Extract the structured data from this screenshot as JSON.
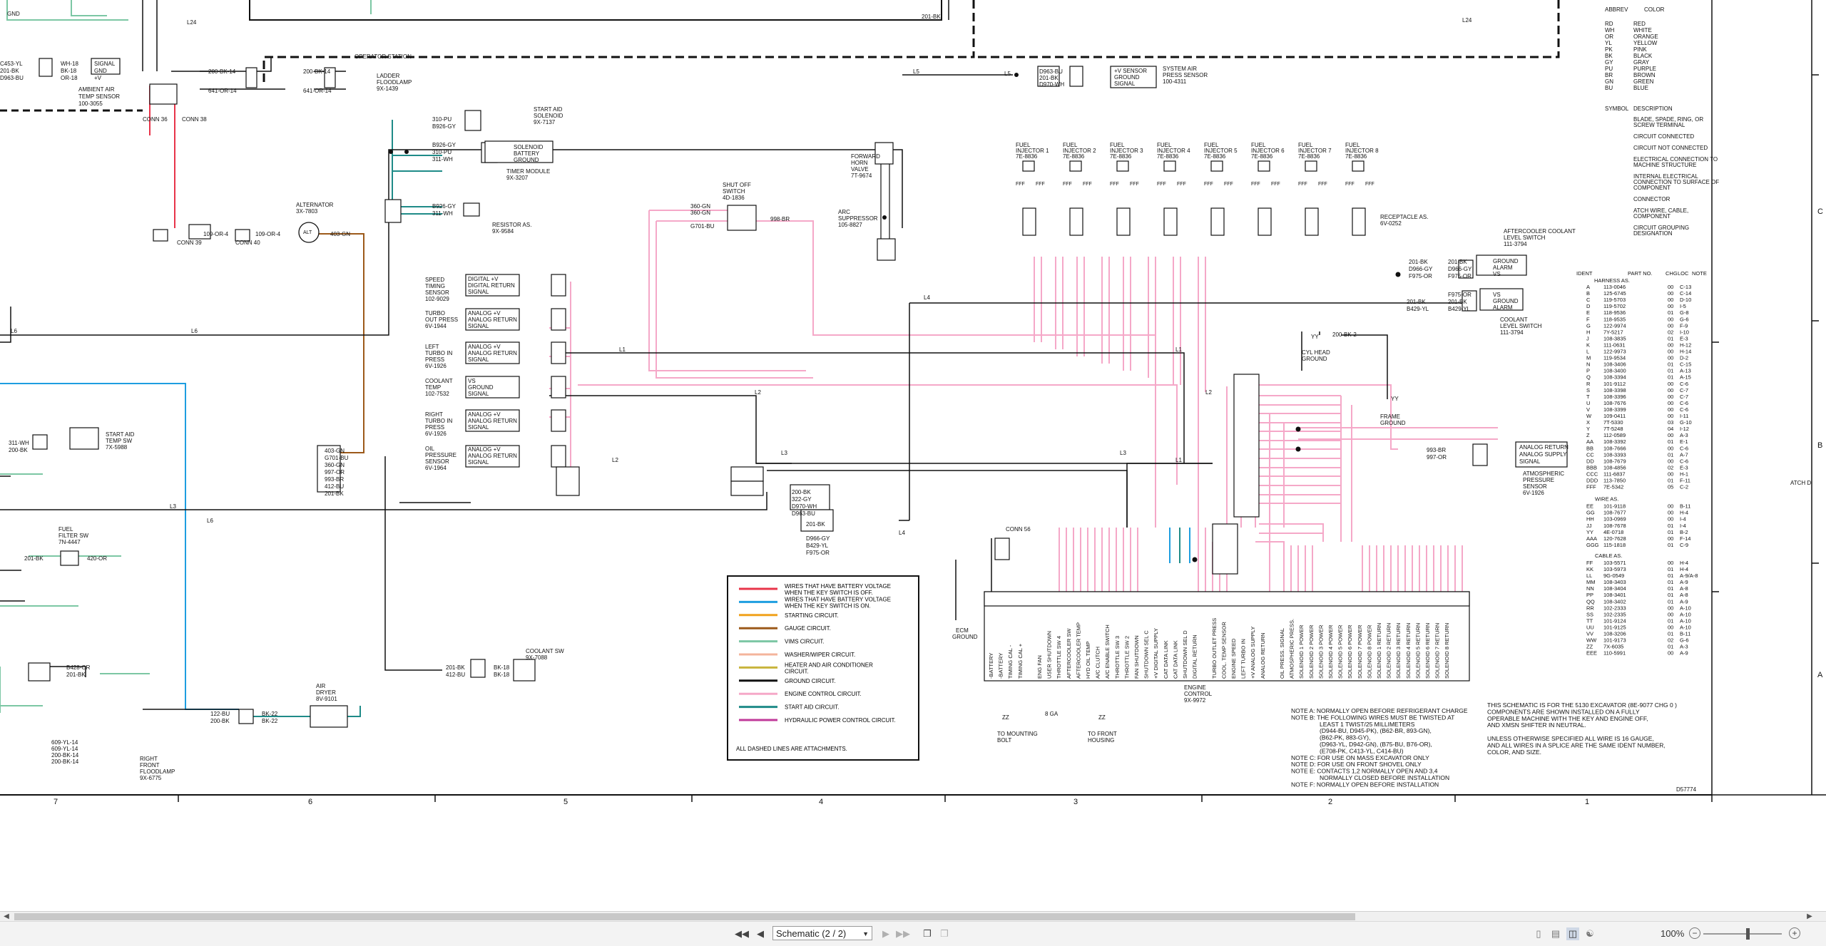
{
  "labels": {
    "gnd_top": "GND",
    "l24": "L24",
    "l24b": "L24",
    "wire_201bk_top": "201-BK",
    "operator_station": "OPERATOR STATION",
    "signal": "SIGNAL",
    "gnd": "GND",
    "plusv": "+V",
    "c453yl": "C453-YL",
    "wire201bk_a": "201-BK",
    "d963bu": "D963-BU",
    "wh18": "WH-18",
    "bk18": "BK-18",
    "or18": "OR-18",
    "ambient_air_1": "AMBIENT AIR",
    "ambient_air_2": "TEMP SENSOR",
    "ambient_air_3": "100-3055",
    "conn36": "CONN 36",
    "conn38": "CONN 38",
    "conn39": "CONN 39",
    "conn40": "CONN 40",
    "w200bk14": "200-BK-14",
    "w641or14": "641-OR-14",
    "w200bk14b": "200-BK-14",
    "w641or14b": "641-OR-14",
    "ladder_1": "LADDER",
    "ladder_2": "FLOODLAMP",
    "ladder_3": "9X-1439",
    "w109or4": "109-OR-4",
    "w109or4b": "109-OR-4",
    "w403gn": "403-GN",
    "alternator_1": "ALTERNATOR",
    "alternator_2": "3X-7803",
    "alt": "ALT",
    "start_aid_sol_1": "START AID",
    "start_aid_sol_2": "SOLENOID",
    "start_aid_sol_3": "9X-7137",
    "w310pu": "310-PU",
    "wb926gy": "B926-GY",
    "w310pu_b": "310-PU",
    "w311wh": "311-WH",
    "wb926gy_b": "B926-GY",
    "solenoid": "SOLENOID",
    "battery": "BATTERY",
    "ground": "GROUND",
    "timer_1": "TIMER MODULE",
    "timer_2": "9X-3207",
    "w311wh_b": "311-WH",
    "resistor_1": "RESISTOR AS.",
    "resistor_2": "9X-9584",
    "system_air_1": "SYSTEM AIR",
    "system_air_2": "PRESS SENSOR",
    "system_air_3": "100-4311",
    "sensor_v": "+V SENSOR",
    "sensor_gnd": "GROUND",
    "sensor_sig": "SIGNAL",
    "wd963bu": "D963-BU",
    "w201bk_s": "201-BK",
    "wd970wh": "D970-WH",
    "l5": "L5",
    "l5b": "L5",
    "l6": "L6",
    "l6b": "L6",
    "l6c": "L6",
    "l1": "L1",
    "l1b": "L1",
    "l1c": "L1",
    "l2": "L2",
    "l2b": "L2",
    "l2c": "L2",
    "l3": "L3",
    "l3b": "L3",
    "l3c": "L3",
    "l4": "L4",
    "l4b": "L4",
    "forward_horn_1": "FORWARD",
    "forward_horn_2": "HORN",
    "forward_horn_3": "VALVE",
    "forward_horn_4": "7T-9674",
    "arc_1": "ARC",
    "arc_2": "SUPPRESSOR",
    "arc_3": "105-8827",
    "shutoff_1": "SHUT OFF",
    "shutoff_2": "SWITCH",
    "shutoff_3": "4D-1836",
    "w360gn": "360-GN",
    "w360gn_b": "360-GN",
    "wg701bu": "G701-BU",
    "w998br": "998-BR",
    "injector": "FUEL INJECTOR",
    "injector_pn": "7E-8836",
    "inj1": "FUEL INJECTOR 1",
    "inj2": "FUEL INJECTOR 2",
    "inj3": "FUEL INJECTOR 3",
    "inj4": "FUEL INJECTOR 4",
    "inj5": "FUEL INJECTOR 5",
    "inj6": "FUEL INJECTOR 6",
    "inj7": "FUEL INJECTOR 7",
    "inj8": "FUEL INJECTOR 8",
    "fff": "FFF",
    "receptacle_1": "RECEPTACLE AS.",
    "receptacle_2": "6V-0252",
    "aftercooler_1": "AFTERCOOLER COOLANT",
    "aftercooler_2": "LEVEL SWITCH",
    "aftercooler_3": "111-3794",
    "coolant_level_1": "COOLANT",
    "coolant_level_2": "LEVEL SWITCH",
    "coolant_level_3": "111-3794",
    "alarm": "ALARM",
    "vs": "VS",
    "speed_timing_1": "SPEED",
    "speed_timing_2": "TIMING",
    "speed_timing_3": "SENSOR",
    "speed_timing_4": "102-9029",
    "digital_v": "DIGITAL +V",
    "digital_return": "DIGITAL RETURN",
    "signal2": "SIGNAL",
    "turbo_out_1": "TURBO",
    "turbo_out_2": "OUT PRESS",
    "turbo_out_3": "6V-1944",
    "analog_v": "ANALOG +V",
    "analog_return": "ANALOG RETURN",
    "left_turbo_1": "LEFT",
    "left_turbo_2": "TURBO IN",
    "left_turbo_3": "PRESS",
    "left_turbo_4": "6V-1926",
    "coolant_temp_1": "COOLANT",
    "coolant_temp_2": "TEMP",
    "coolant_temp_3": "102-7532",
    "right_turbo_1": "RIGHT",
    "right_turbo_2": "TURBO IN",
    "right_turbo_3": "PRESS",
    "right_turbo_4": "6V-1926",
    "oil_press_1": "OIL",
    "oil_press_2": "PRESSURE",
    "oil_press_3": "SENSOR",
    "oil_press_4": "6V-1964",
    "cyl_head_1": "CYL HEAD",
    "cyl_head_2": "GROUND",
    "frame_ground_1": "FRAME",
    "frame_ground_2": "GROUND",
    "w200bk2": "200-BK-2",
    "yy": "YY",
    "yy2": "YY",
    "atmos_1": "ATMOSPHERIC",
    "atmos_2": "PRESSURE",
    "atmos_3": "SENSOR",
    "atmos_4": "6V-1926",
    "analog_return2": "ANALOG RETURN",
    "analog_supply": "ANALOG SUPPLY",
    "conn56": "CONN 56",
    "ecm_ground_1": "ECM",
    "ecm_ground_2": "GROUND",
    "engine_control_1": "ENGINE",
    "engine_control_2": "CONTROL",
    "engine_control_3": "9X-9972",
    "to_mounting_1": "TO MOUNTING",
    "to_mounting_2": "BOLT",
    "to_front_1": "TO FRONT",
    "to_front_2": "HOUSING",
    "ga8": "8 GA",
    "zz": "ZZ",
    "zz2": "ZZ",
    "start_aid_temp_1": "START AID",
    "start_aid_temp_2": "TEMP SW",
    "start_aid_temp_3": "7X-5988",
    "fuel_filter_1": "FUEL",
    "fuel_filter_2": "FILTER SW",
    "fuel_filter_3": "7N-4447",
    "w201bk_ff": "201-BK",
    "w420or": "420-OR",
    "coolant_sw_1": "COOLANT SW",
    "coolant_sw_2": "9X-7088",
    "w412bu": "412-BU",
    "w201bk_c": "201-BK",
    "air_dryer_1": "AIR",
    "air_dryer_2": "DRYER",
    "air_dryer_3": "8V-9101",
    "w122bu": "122-BU",
    "w200bk": "200-BK",
    "bk22": "BK-22",
    "bk22b": "BK-22",
    "right_front_1": "RIGHT",
    "right_front_2": "FRONT",
    "right_front_3": "FLOODLAMP",
    "right_front_4": "9X-6775",
    "w609yl14": "609-YL-14",
    "w609yl14b": "609-YL-14",
    "w200bk14c": "200-BK-14",
    "w200bk14d": "200-BK-14",
    "w311wh_l": "311-WH",
    "w200bk_l": "200-BK",
    "w403gn_b": "403-GN",
    "wg701bu_b": "G701-BU",
    "w360gn_c": "360-GN",
    "w997or": "997-OR",
    "w993br": "993-BR",
    "w412bu_b": "412-BU",
    "w201bk_d": "201-BK",
    "w200bk_e": "200-BK",
    "w322gy": "322-GY",
    "wd970wh_b": "D970-WH",
    "wd963bu_b": "D963-BU",
    "w201bk_e": "201-BK",
    "wd966gy": "D966-GY",
    "wb429yl": "B429-YL",
    "wf975or": "F975-OR",
    "wb428or": "B428-OR",
    "w201bk_f": "201-BK",
    "atch": "ATCH D",
    "dwg": "D57774"
  },
  "legend": {
    "items": [
      {
        "label": "WIRES THAT HAVE BATTERY VOLTAGE WHEN THE KEY SWITCH IS OFF.",
        "color": "#e8344a"
      },
      {
        "label": "WIRES THAT HAVE BATTERY VOLTAGE WHEN THE KEY SWITCH IS ON.",
        "color": "#1e9ee0"
      },
      {
        "label": "STARTING CIRCUIT.",
        "color": "#f0a21c"
      },
      {
        "label": "GAUGE CIRCUIT.",
        "color": "#9c5a1a"
      },
      {
        "label": "VIMS CIRCUIT.",
        "color": "#7cc7a4"
      },
      {
        "label": "WASHER/WIPER CIRCUIT.",
        "color": "#f4b49c"
      },
      {
        "label": "HEATER AND AIR CONDITIONER CIRCUIT.",
        "color": "#c8b43c"
      },
      {
        "label": "GROUND CIRCUIT.",
        "color": "#111111"
      },
      {
        "label": "ENGINE CONTROL CIRCUIT.",
        "color": "#f5a8c8"
      },
      {
        "label": "START AID CIRCUIT.",
        "color": "#1f8b88"
      },
      {
        "label": "HYDRAULIC POWER CONTROL CIRCUIT.",
        "color": "#c03a9a"
      }
    ],
    "footer": "ALL DASHED LINES ARE ATTACHMENTS."
  },
  "abbrev": {
    "col1": "ABBREV",
    "col2": "COLOR",
    "rows": [
      [
        "RD",
        "RED"
      ],
      [
        "WH",
        "WHITE"
      ],
      [
        "OR",
        "ORANGE"
      ],
      [
        "YL",
        "YELLOW"
      ],
      [
        "PK",
        "PINK"
      ],
      [
        "BK",
        "BLACK"
      ],
      [
        "GY",
        "GRAY"
      ],
      [
        "PU",
        "PURPLE"
      ],
      [
        "BR",
        "BROWN"
      ],
      [
        "GN",
        "GREEN"
      ],
      [
        "BU",
        "BLUE"
      ]
    ]
  },
  "symbols": {
    "col1": "SYMBOL",
    "col2": "DESCRIPTION",
    "rows": [
      "BLADE, SPADE, RING, OR SCREW TERMINAL",
      "CIRCUIT CONNECTED",
      "CIRCUIT NOT CONNECTED",
      "ELECTRICAL CONNECTION TO MACHINE STRUCTURE",
      "INTERNAL ELECTRICAL CONNECTION TO SURFACE OF COMPONENT",
      "CONNECTOR",
      "ATCH WIRE, CABLE, COMPONENT",
      "CIRCUIT GROUPING DESIGNATION"
    ]
  },
  "parts": {
    "headers": [
      "IDENT",
      "PART NO.",
      "CHG",
      "LOC",
      "NOTE"
    ],
    "harness_title": "HARNESS AS.",
    "harness": [
      [
        "A",
        "113-0046",
        "00",
        "C-13"
      ],
      [
        "B",
        "125-6745",
        "00",
        "C-14"
      ],
      [
        "C",
        "119-5703",
        "00",
        "D-10"
      ],
      [
        "D",
        "119-5702",
        "00",
        "I-5"
      ],
      [
        "E",
        "118-9536",
        "01",
        "G-8"
      ],
      [
        "F",
        "118-9535",
        "00",
        "G-6"
      ],
      [
        "G",
        "122-9974",
        "00",
        "F-9"
      ],
      [
        "H",
        "7Y-5217",
        "02",
        "I-10"
      ],
      [
        "J",
        "108-3835",
        "01",
        "E-3"
      ],
      [
        "K",
        "111-0631",
        "00",
        "H-12"
      ],
      [
        "L",
        "122-9973",
        "00",
        "H-14"
      ],
      [
        "M",
        "119-9534",
        "00",
        "D-2"
      ],
      [
        "N",
        "108-3406",
        "01",
        "C-15"
      ],
      [
        "P",
        "108-3400",
        "01",
        "A-13"
      ],
      [
        "Q",
        "108-3394",
        "01",
        "A-15"
      ],
      [
        "R",
        "101-9112",
        "00",
        "C-6"
      ],
      [
        "S",
        "108-3398",
        "00",
        "C-7"
      ],
      [
        "T",
        "108-3396",
        "00",
        "C-7"
      ],
      [
        "U",
        "108-7676",
        "00",
        "C-6"
      ],
      [
        "V",
        "108-3399",
        "00",
        "C-6"
      ],
      [
        "W",
        "109-0411",
        "00",
        "I-11"
      ],
      [
        "X",
        "7T-5330",
        "03",
        "G-10"
      ],
      [
        "Y",
        "7T-5248",
        "04",
        "I-12"
      ],
      [
        "Z",
        "112-0589",
        "00",
        "A-3"
      ],
      [
        "AA",
        "108-3392",
        "01",
        "E-1"
      ],
      [
        "BB",
        "108-7666",
        "00",
        "C-6"
      ],
      [
        "CC",
        "108-3393",
        "01",
        "A-7"
      ],
      [
        "DD",
        "108-7679",
        "00",
        "C-6"
      ],
      [
        "BBB",
        "108-4856",
        "02",
        "E-3"
      ],
      [
        "CCC",
        "111-6837",
        "00",
        "H-1"
      ],
      [
        "DDD",
        "113-7850",
        "01",
        "F-11"
      ],
      [
        "FFF",
        "7E-5342",
        "05",
        "C-2"
      ]
    ],
    "wire_title": "WIRE AS.",
    "wire": [
      [
        "EE",
        "101-9118",
        "00",
        "B-11"
      ],
      [
        "GG",
        "108-7677",
        "00",
        "H-4"
      ],
      [
        "HH",
        "103-0969",
        "00",
        "I-4"
      ],
      [
        "JJ",
        "108-7678",
        "01",
        "I-4"
      ],
      [
        "YY",
        "4E-0718",
        "01",
        "B-2"
      ],
      [
        "AAA",
        "120-7628",
        "00",
        "F-14"
      ],
      [
        "GGG",
        "115-1818",
        "01",
        "C-9"
      ]
    ],
    "cable_title": "CABLE AS.",
    "cable": [
      [
        "FF",
        "103-5571",
        "00",
        "H-4"
      ],
      [
        "KK",
        "103-5973",
        "01",
        "H-4"
      ],
      [
        "LL",
        "9G-0549",
        "01",
        "A-9/A-8"
      ],
      [
        "MM",
        "108-3403",
        "01",
        "A-9"
      ],
      [
        "NN",
        "108-3404",
        "01",
        "A-8"
      ],
      [
        "PP",
        "108-3401",
        "01",
        "A-8"
      ],
      [
        "QQ",
        "108-3402",
        "01",
        "A-9"
      ],
      [
        "RR",
        "102-2333",
        "00",
        "A-10"
      ],
      [
        "SS",
        "102-2335",
        "00",
        "A-10"
      ],
      [
        "TT",
        "101-9124",
        "01",
        "A-10"
      ],
      [
        "UU",
        "101-9125",
        "00",
        "A-10"
      ],
      [
        "VV",
        "108-3206",
        "01",
        "B-11"
      ],
      [
        "WW",
        "101-9173",
        "02",
        "G-6"
      ],
      [
        "ZZ",
        "7X-6035",
        "01",
        "A-3"
      ],
      [
        "EEE",
        "110-5991",
        "00",
        "A-9"
      ]
    ]
  },
  "notes": [
    "NOTE A: NORMALLY OPEN BEFORE REFRIGERANT CHARGE",
    "NOTE B: THE FOLLOWING WIRES MUST BE TWISTED AT",
    "LEAST 1 TWIST/25 MILLIMETERS",
    "(D944-BU, D945-PK), (B62-BR, 893-GN),",
    "(B62-PK, 883-GY),",
    "(D963-YL, D942-GN), (B75-BU, B76-OR),",
    "(E708-PK, C413-YL, C414-BU)",
    "NOTE C: FOR USE ON MASS EXCAVATOR ONLY",
    "NOTE D: FOR USE ON FRONT SHOVEL ONLY",
    "NOTE E: CONTACTS 1,2 NORMALLY OPEN AND 3,4",
    "NORMALLY CLOSED BEFORE INSTALLATION",
    "NOTE F: NORMALLY OPEN BEFORE INSTALLATION"
  ],
  "schematic_note": [
    "THIS SCHEMATIC IS FOR THE 5130 EXCAVATOR (8E-9077 CHG 0 )",
    "COMPONENTS ARE SHOWN INSTALLED ON A FULLY",
    "OPERABLE MACHINE WITH THE KEY AND ENGINE OFF,",
    "AND XMSN SHIFTER IN NEUTRAL.",
    "",
    "UNLESS OTHERWISE SPECIFIED ALL WIRE IS 16 GAUGE,",
    "AND ALL WIRES IN A SPLICE ARE THE SAME IDENT NUMBER,",
    "COLOR, AND SIZE."
  ],
  "grid": {
    "columns": [
      "7",
      "6",
      "5",
      "4",
      "3",
      "2",
      "1"
    ],
    "rows": [
      "C",
      "B",
      "A"
    ]
  },
  "ecm_pins": [
    "-BATTERY",
    "-BATTERY",
    "TIMING CAL -",
    "TIMING CAL +",
    "",
    "ENG FAN",
    "USER SHUTDOWN",
    "THROTTLE SW 4",
    "AFTERCOOLER SW",
    "AFTERCOOLER TEMP",
    "HYD OIL TEMP",
    "A/C CLUTCH",
    "A/C ENABLE SWITCH",
    "THROTTLE SW 3",
    "THROTTLE SW 2",
    "FAN SHUTDOWN",
    "SHUTDOWN SEL C",
    "+V DIGITAL SUPPLY",
    "CAT DATA LINK",
    "CAT DATA LINK",
    "SHUTDOWN SEL D",
    "DIGITAL RETURN",
    "",
    "TURBO OUTLET PRESS",
    "COOL. TEMP SENSOR",
    "ENGINE SPEED",
    "LEFT TURBO IN",
    "+V ANALOG SUPPLY",
    "ANALOG RETURN",
    "",
    "OIL PRESS. SIGNAL",
    "ATMOSPHERIC PRESS.",
    "SOLENOID 1 POWER",
    "SOLENOID 2 POWER",
    "SOLENOID 3 POWER",
    "SOLENOID 4 POWER",
    "SOLENOID 5 POWER",
    "SOLENOID 6 POWER",
    "SOLENOID 7 POWER",
    "SOLENOID 8 POWER",
    "SOLENOID 1 RETURN",
    "SOLENOID 2 RETURN",
    "SOLENOID 3 RETURN",
    "SOLENOID 4 RETURN",
    "SOLENOID 5 RETURN",
    "SOLENOID 6 RETURN",
    "SOLENOID 7 RETURN",
    "SOLENOID 8 RETURN"
  ],
  "status": {
    "page_select": "Schematic (2 / 2)",
    "zoom": "100%"
  },
  "icons": {
    "first": "first-page-icon",
    "prev": "previous-page-icon",
    "next": "next-page-icon",
    "last": "last-page-icon",
    "zoom_out": "zoom-out-icon",
    "zoom_in": "zoom-in-icon"
  },
  "colors": {
    "battery_off": "#e8344a",
    "battery_on": "#1e9ee0",
    "gauge": "#9c5a1a",
    "vims": "#7cc7a4",
    "ground": "#111111",
    "engine_control": "#f5a8c8",
    "start_aid": "#1f8b88"
  }
}
